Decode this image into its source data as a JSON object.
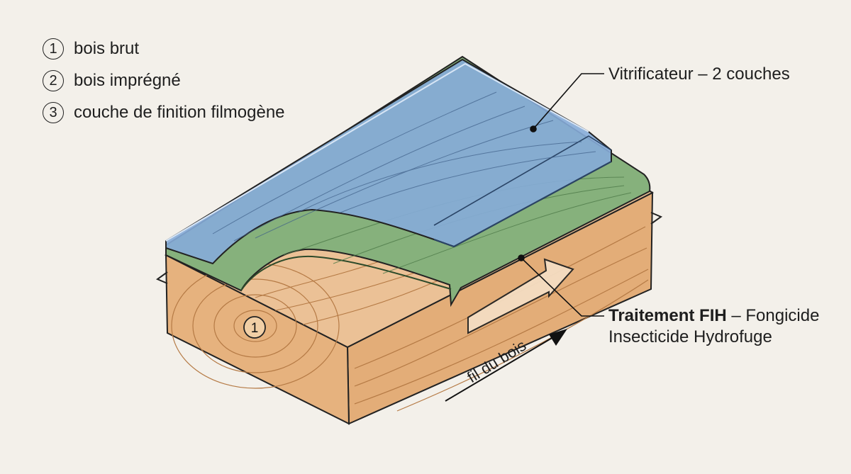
{
  "legend": [
    {
      "num": "1",
      "label": "bois brut"
    },
    {
      "num": "2",
      "label": "bois imprégné"
    },
    {
      "num": "3",
      "label": "couche de finition filmogène"
    }
  ],
  "callouts": {
    "varnish": "Vitrificateur – 2 couches",
    "treatment_bold": "Traitement FIH",
    "treatment_rest": " – Fongicide",
    "treatment_line2": "Insecticide Hydrofuge"
  },
  "marker_raw": "1",
  "grain_label": "fil du bois",
  "colors": {
    "wood": "#e9bb8a",
    "wood_dark": "#c9925e",
    "impregnated": "#7fae78",
    "varnish": "#7ea6d6",
    "background": "#f3f0ea"
  }
}
